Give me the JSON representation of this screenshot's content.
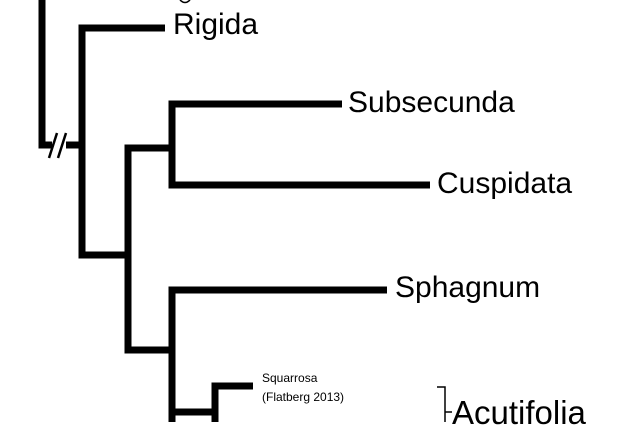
{
  "tree": {
    "taxa": [
      {
        "id": "rigida",
        "label": "Rigida"
      },
      {
        "id": "subsecunda",
        "label": "Subsecunda"
      },
      {
        "id": "cuspidata",
        "label": "Cuspidata"
      },
      {
        "id": "sphagnum",
        "label": "Sphagnum"
      },
      {
        "id": "squarrosa",
        "label": "Squarrosa",
        "note": "(Flatberg 2013)"
      },
      {
        "id": "acutifolia",
        "label": "Acutifolia"
      }
    ],
    "line_color": "#000000"
  }
}
